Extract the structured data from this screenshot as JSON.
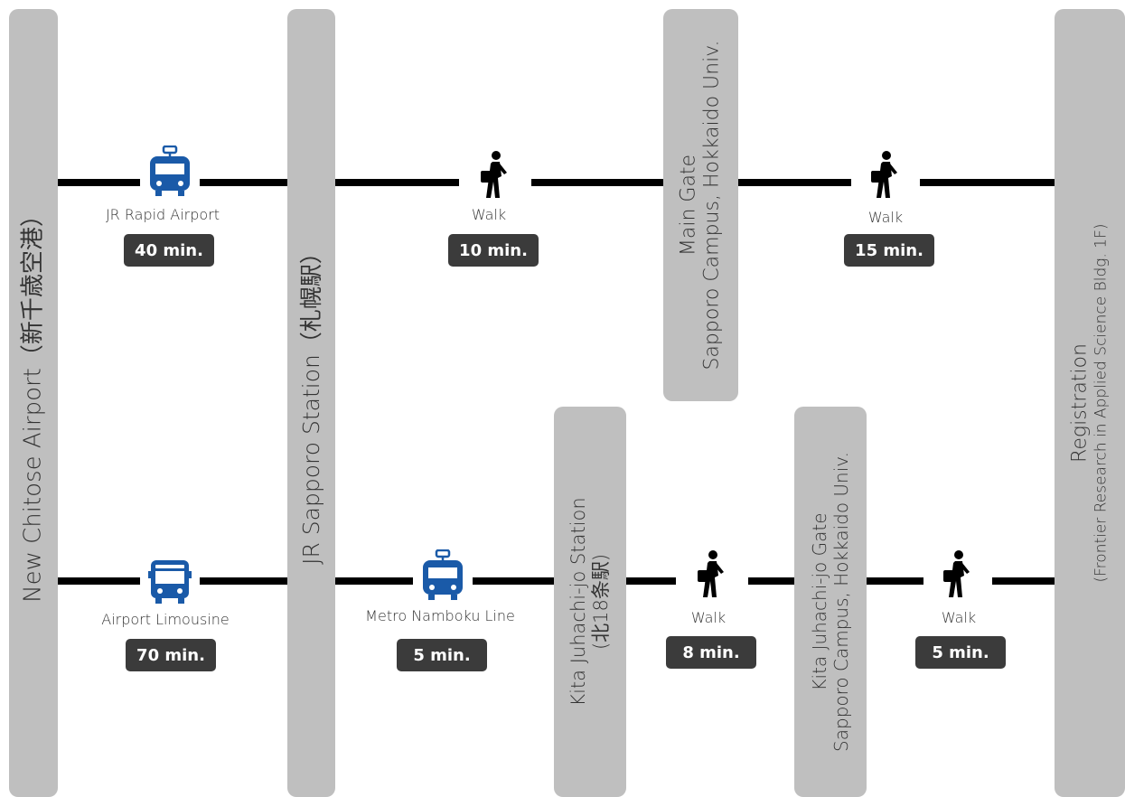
{
  "colors": {
    "bar": "#bfbfbf",
    "badge": "#3b3b3b",
    "transit_icon": "#1a5aa8",
    "walk_icon": "#000000",
    "line": "#000000"
  },
  "stations": {
    "airport": "New Chitose Airport（新千歳空港）",
    "sapporo": "JR Sapporo Station（札幌駅）",
    "main_gate": {
      "line1": "Main Gate",
      "line2": "Sapporo Campus, Hokkaido Univ."
    },
    "kita18_station": {
      "line1": "Kita Juhachi-jo Station",
      "line2": "(北18条駅)"
    },
    "kita18_gate": {
      "line1": "Kita Juhachi-jo Gate",
      "line2": "Sapporo Campus, Hokkaido Univ."
    },
    "registration": {
      "line1": "Registration",
      "line2": "(Frontier Research in Applied Science Bldg.   1F)"
    }
  },
  "top_route": [
    {
      "icon": "train-icon",
      "label": "JR Rapid Airport",
      "time": "40 min."
    },
    {
      "icon": "walk-icon",
      "label": "Walk",
      "time": "10 min."
    },
    {
      "icon": "walk-icon",
      "label": "Walk",
      "time": "15 min."
    }
  ],
  "bottom_route": [
    {
      "icon": "bus-icon",
      "label": "Airport Limousine",
      "time": "70 min."
    },
    {
      "icon": "train-icon",
      "label": "Metro Namboku Line",
      "time": "5 min."
    },
    {
      "icon": "walk-icon",
      "label": "Walk",
      "time": "8 min."
    },
    {
      "icon": "walk-icon",
      "label": "Walk",
      "time": "5 min."
    }
  ]
}
